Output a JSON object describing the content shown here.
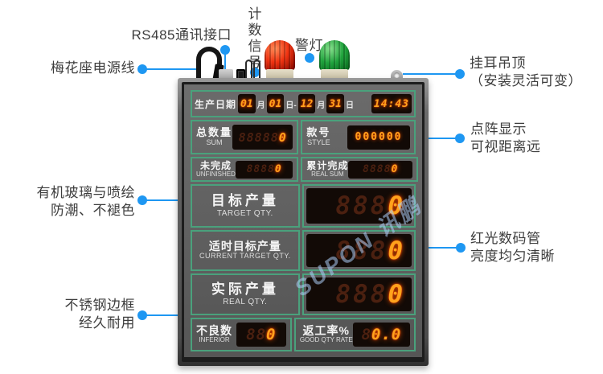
{
  "callouts": {
    "rs485": {
      "text": "RS485通讯接口"
    },
    "power": {
      "text": "梅花座电源线"
    },
    "counting_signal": {
      "text": "计数信号"
    },
    "alarm": {
      "text": "警灯"
    },
    "ear": {
      "line1": "挂耳吊顶",
      "line2": "（安装灵活可变）"
    },
    "dot_matrix": {
      "line1": "点阵显示",
      "line2": "可视距离远"
    },
    "red_led": {
      "line1": "红光数码管",
      "line2": "亮度均匀清晰"
    },
    "acrylic": {
      "line1": "有机玻璃与喷绘",
      "line2": "防潮、不褪色"
    },
    "steel_frame": {
      "line1": "不锈钢边框",
      "line2": "经久耐用"
    }
  },
  "panel": {
    "date_row": {
      "label": "生产日期",
      "month1": "01",
      "unit_month1": "月",
      "day1": "01",
      "unit_day1": "日-",
      "month2": "12",
      "unit_month2": "月",
      "day2": "31",
      "unit_day2": "日",
      "time": "14:43"
    },
    "rows": {
      "sum": {
        "cn": "总数量",
        "en": "SUM",
        "ghost": "88888",
        "value": "0"
      },
      "style": {
        "cn": "款号",
        "en": "STYLE",
        "value": "000000"
      },
      "unfinished": {
        "cn": "未完成",
        "en": "UNFINISHED",
        "ghost": "8888",
        "value": "0"
      },
      "real_sum": {
        "cn": "累计完成",
        "en": "REAL SUM",
        "ghost": "8888",
        "value": "0"
      },
      "target": {
        "cn": "目标产量",
        "en": "TARGET QTY.",
        "ghost": "888",
        "value": "0"
      },
      "current_target": {
        "cn": "适时目标产量",
        "en": "CURRENT TARGET QTY.",
        "ghost": "888",
        "value": "0"
      },
      "real": {
        "cn": "实际产量",
        "en": "REAL QTY.",
        "ghost": "888",
        "value": "0"
      },
      "inferior": {
        "cn": "不良数",
        "en": "INFERIOR",
        "ghost": "88",
        "value": "0"
      },
      "rework": {
        "cn": "返工率%",
        "en": "GOOD QTY RATE",
        "ghost": "8",
        "value": "0.0"
      }
    },
    "watermark": "SUPON 讯鹏"
  },
  "colors": {
    "callout_blue": "#1e97f2",
    "grid_green": "#4aa17c",
    "led_orange": "#ffa21c",
    "beacon_red": "#f03210",
    "beacon_green": "#1fa33c"
  }
}
